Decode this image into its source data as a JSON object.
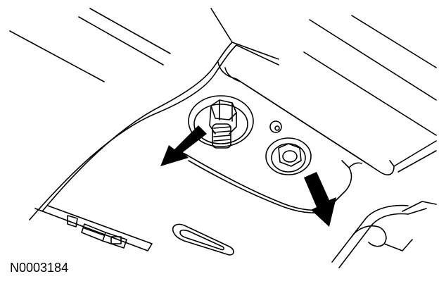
{
  "figure": {
    "id_label": "N0003184",
    "line_color": "#000000",
    "background": "#ffffff",
    "callouts": [
      {
        "target": "stud-with-nut",
        "icon": "arrow-icon"
      },
      {
        "target": "flange-bolt",
        "icon": "arrow-icon"
      }
    ]
  }
}
